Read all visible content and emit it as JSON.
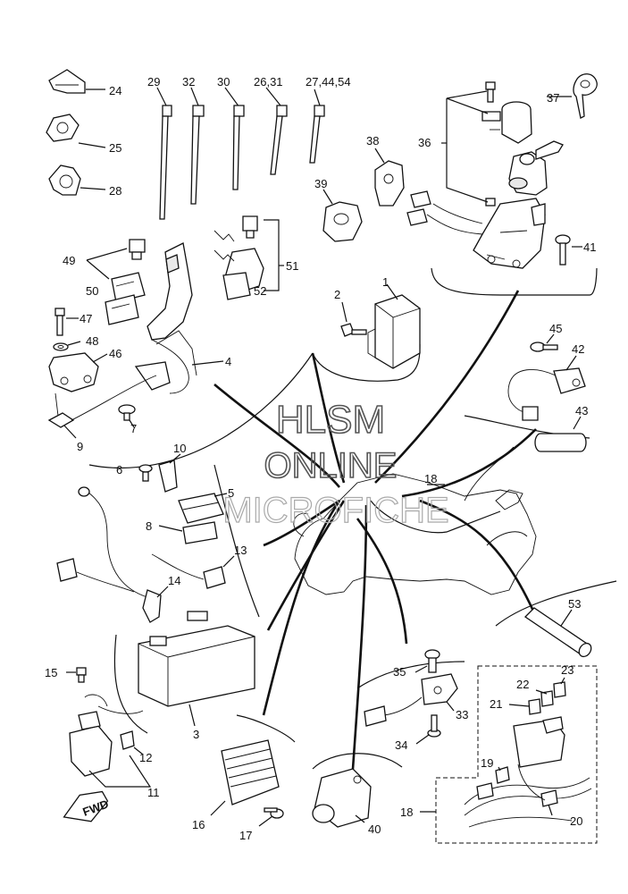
{
  "watermark": {
    "line1": "HLSM",
    "line2": "ONLINE",
    "line3": "MICROFICHE"
  },
  "fwd_label": "FWD",
  "callouts": {
    "c1": "1",
    "c2": "2",
    "c3": "3",
    "c4": "4",
    "c5": "5",
    "c6": "6",
    "c7": "7",
    "c8": "8",
    "c9": "9",
    "c10": "10",
    "c11": "11",
    "c12": "12",
    "c13": "13",
    "c14": "14",
    "c15": "15",
    "c16": "16",
    "c17": "17",
    "c18a": "18",
    "c18b": "18",
    "c19": "19",
    "c20": "20",
    "c21": "21",
    "c22": "22",
    "c23": "23",
    "c24": "24",
    "c25": "25",
    "c28": "28",
    "c29": "29",
    "c30": "30",
    "c32": "32",
    "c26_31": "26,31",
    "c27_44_54": "27,44,54",
    "c33": "33",
    "c34": "34",
    "c35": "35",
    "c36": "36",
    "c37": "37",
    "c38": "38",
    "c39": "39",
    "c40": "40",
    "c41": "41",
    "c42": "42",
    "c43": "43",
    "c45": "45",
    "c46": "46",
    "c47": "47",
    "c48": "48",
    "c49": "49",
    "c50": "50",
    "c51": "51",
    "c52": "52",
    "c53": "53"
  }
}
